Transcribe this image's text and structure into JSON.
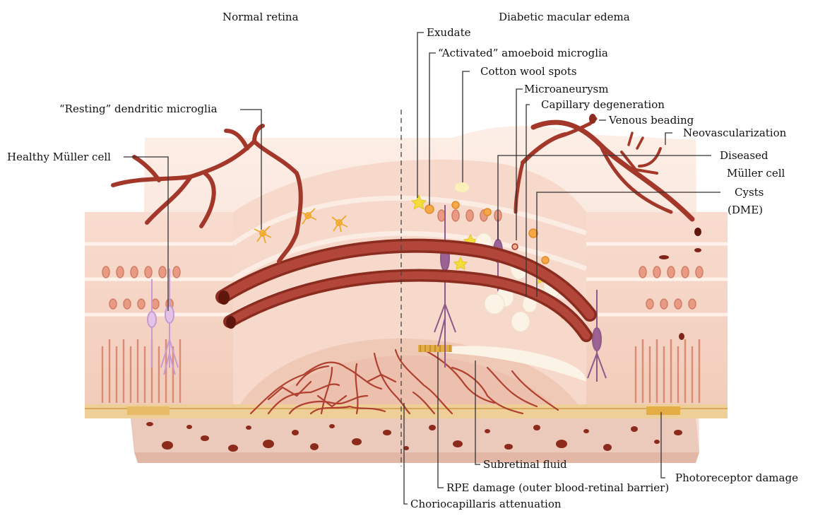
{
  "headings": {
    "left": "Normal retina",
    "right": "Diabetic macular edema"
  },
  "labels": {
    "exudate": "Exudate",
    "activated_microglia": "“Activated” amoeboid microglia",
    "cotton_wool": "Cotton wool spots",
    "microaneurysm": "Microaneurysm",
    "capillary_degeneration": "Capillary degeneration",
    "venous_beading": "Venous beading",
    "neovascularization": "Neovascularization",
    "diseased_muller_1": "Diseased",
    "diseased_muller_2": "Müller cell",
    "cysts_1": "Cysts",
    "cysts_2": "(DME)",
    "resting_microglia": "“Resting” dendritic microglia",
    "healthy_muller": "Healthy Müller cell",
    "subretinal_fluid": "Subretinal fluid",
    "photoreceptor_damage": "Photoreceptor damage",
    "rpe_damage": "RPE damage (outer blood-retinal barrier)",
    "choriocapillaris": "Choriocapillaris attenuation"
  },
  "colors": {
    "vessel": "#a23a2a",
    "vessel_dark": "#7e2418",
    "tissue_light": "#fbe7de",
    "tissue_mid": "#f4d3c4",
    "tissue_band": "#f9e1d4",
    "rpe": "#e8b86a",
    "choroid": "#e9c3b4",
    "microglia": "#f3b23a",
    "exudate": "#f2e04a",
    "cyst": "#fbf3e6",
    "muller": "#a06a9a"
  }
}
